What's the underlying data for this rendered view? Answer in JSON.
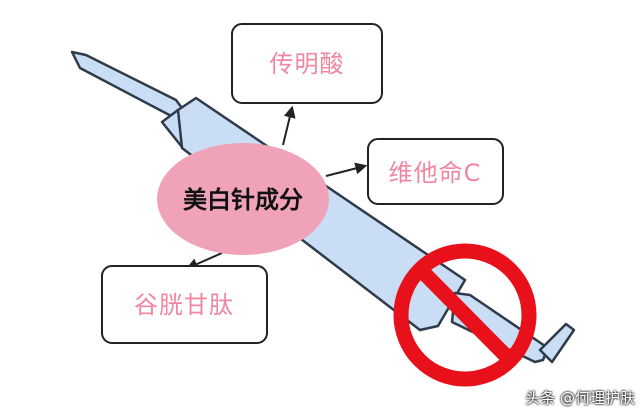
{
  "center_label": "美白针成分",
  "components": [
    {
      "label": "传明酸"
    },
    {
      "label": "维他命C"
    },
    {
      "label": "谷胱甘肽"
    }
  ],
  "watermark": "头条 @何理护肤",
  "colors": {
    "syringe_fill": "#c9def4",
    "syringe_stroke": "#2f3a4a",
    "ellipse": "#f0a3b8",
    "label_text": "#f0869f",
    "prohibition": "#e8101a"
  },
  "icons": [
    "syringe-icon",
    "prohibition-icon",
    "arrow-icon"
  ]
}
